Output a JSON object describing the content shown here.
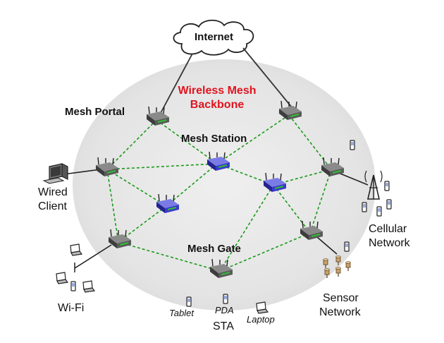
{
  "title": "Wireless Mesh Backbone",
  "labels": {
    "internet": "Internet",
    "wireless_mesh": "Wireless Mesh",
    "backbone": "Backbone",
    "mesh_portal": "Mesh Portal",
    "mesh_station": "Mesh Station",
    "mesh_gate": "Mesh Gate",
    "wired": "Wired",
    "client": "Client",
    "wifi": "Wi-Fi",
    "tablet": "Tablet",
    "pda": "PDA",
    "laptop": "Laptop",
    "sta": "STA",
    "sensor": "Sensor",
    "sensor_network": "Network",
    "cellular": "Cellular",
    "cellular_network": "Network"
  },
  "colors": {
    "backbone_fill": "#e8e8e8",
    "mesh_link": "#1a9a1a",
    "router_body": "#4a4a4a",
    "station_body": "#3a3acb",
    "accent_green": "#2fbf2f",
    "title_red": "#e0141e"
  },
  "icons": [
    "cloud-icon",
    "router-icon",
    "station-router-icon",
    "computer-icon",
    "laptop-icon",
    "tablet-icon",
    "pda-icon",
    "cell-tower-icon",
    "phone-icon",
    "sensor-icon"
  ]
}
